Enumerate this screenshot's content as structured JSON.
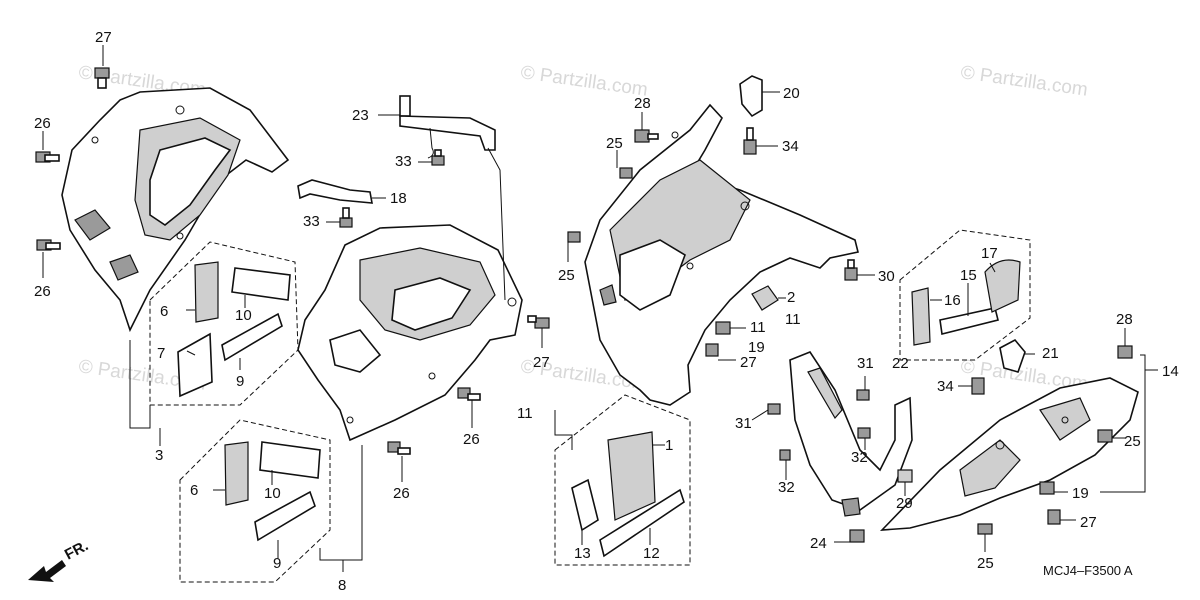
{
  "watermarks": [
    "© Partzilla.com",
    "© Partzilla.com",
    "© Partzilla.com",
    "© Partzilla.com",
    "© Partzilla.com",
    "© Partzilla.com"
  ],
  "drawing_code": "MCJ4–F3500 A",
  "direction_label": "FR.",
  "callouts": {
    "c1": "1",
    "c2": "2",
    "c3": "3",
    "c6a": "6",
    "c6b": "6",
    "c7": "7",
    "c8": "8",
    "c9a": "9",
    "c9b": "9",
    "c10a": "10",
    "c10b": "10",
    "c11a": "11",
    "c11b": "11",
    "c11c": "11",
    "c12": "12",
    "c13": "13",
    "c14": "14",
    "c15": "15",
    "c16": "16",
    "c17": "17",
    "c18": "18",
    "c19a": "19",
    "c19b": "19",
    "c20": "20",
    "c21": "21",
    "c22": "22",
    "c23": "23",
    "c24": "24",
    "c25a": "25",
    "c25b": "25",
    "c25c": "25",
    "c25d": "25",
    "c26a": "26",
    "c26b": "26",
    "c26c": "26",
    "c26d": "26",
    "c27a": "27",
    "c27b": "27",
    "c27c": "27",
    "c27d": "27",
    "c28a": "28",
    "c28b": "28",
    "c29": "29",
    "c30": "30",
    "c31a": "31",
    "c31b": "31",
    "c32a": "32",
    "c32b": "32",
    "c33a": "33",
    "c33b": "33",
    "c34a": "34",
    "c34b": "34"
  }
}
